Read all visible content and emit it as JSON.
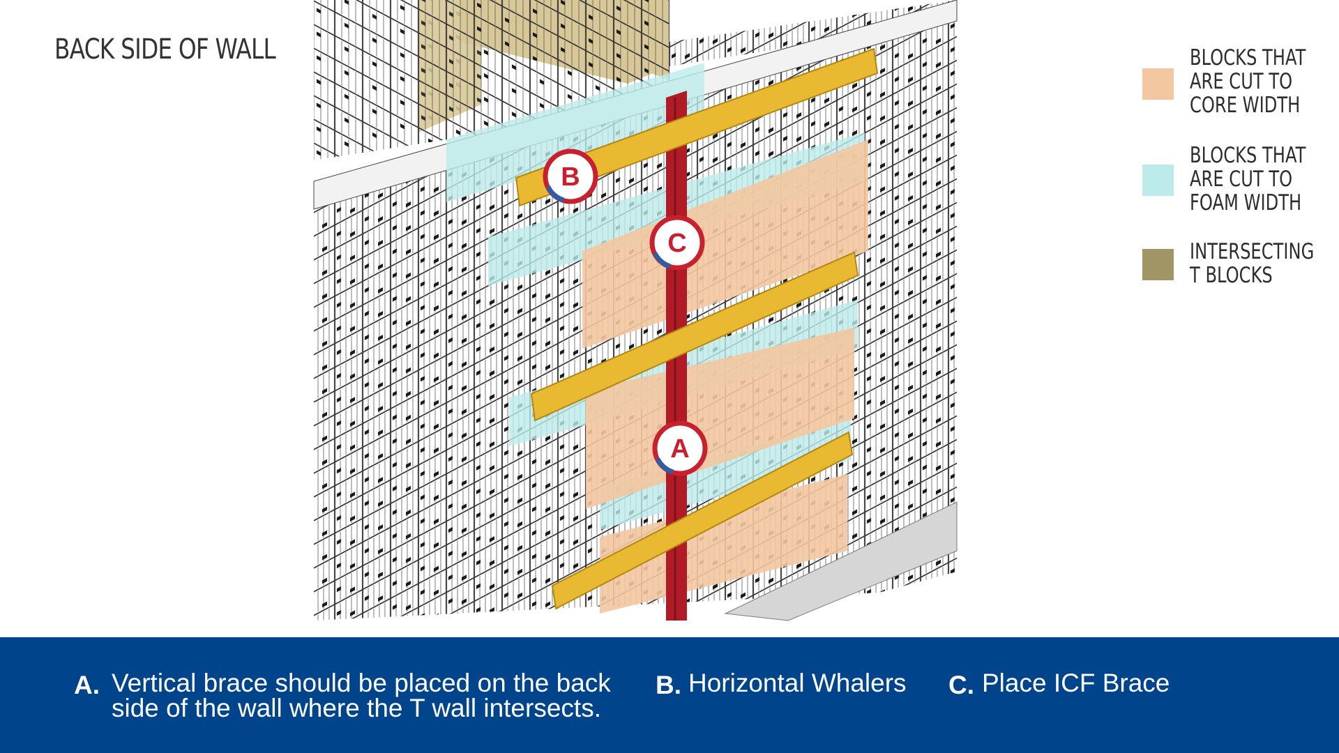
{
  "title": "BACK SIDE OF WALL",
  "callouts": {
    "a": "A",
    "b": "B",
    "c": "C"
  },
  "legend": [
    {
      "line1": "BLOCKS THAT",
      "line2": "ARE CUT TO",
      "line3": "CORE WIDTH",
      "color": "#f3c7a0"
    },
    {
      "line1": "BLOCKS THAT",
      "line2": "ARE CUT TO",
      "line3": "FOAM WIDTH",
      "color": "#bdebeb"
    },
    {
      "line1": "INTERSECTING",
      "line2": "T BLOCKS",
      "line3": "",
      "color": "#a29565"
    }
  ],
  "notes": [
    {
      "letter": "A.",
      "text": "Vertical brace should be placed on the back side of the wall where the T wall intersects."
    },
    {
      "letter": "B.",
      "text": "Horizontal Whalers"
    },
    {
      "letter": "C.",
      "text": "Place ICF Brace"
    }
  ],
  "colors": {
    "footer": "#00458c",
    "whaler": "#e8b931",
    "brace": "#b01b25",
    "callout_ring": "#c8202f",
    "callout_accent": "#2e5fa6"
  }
}
